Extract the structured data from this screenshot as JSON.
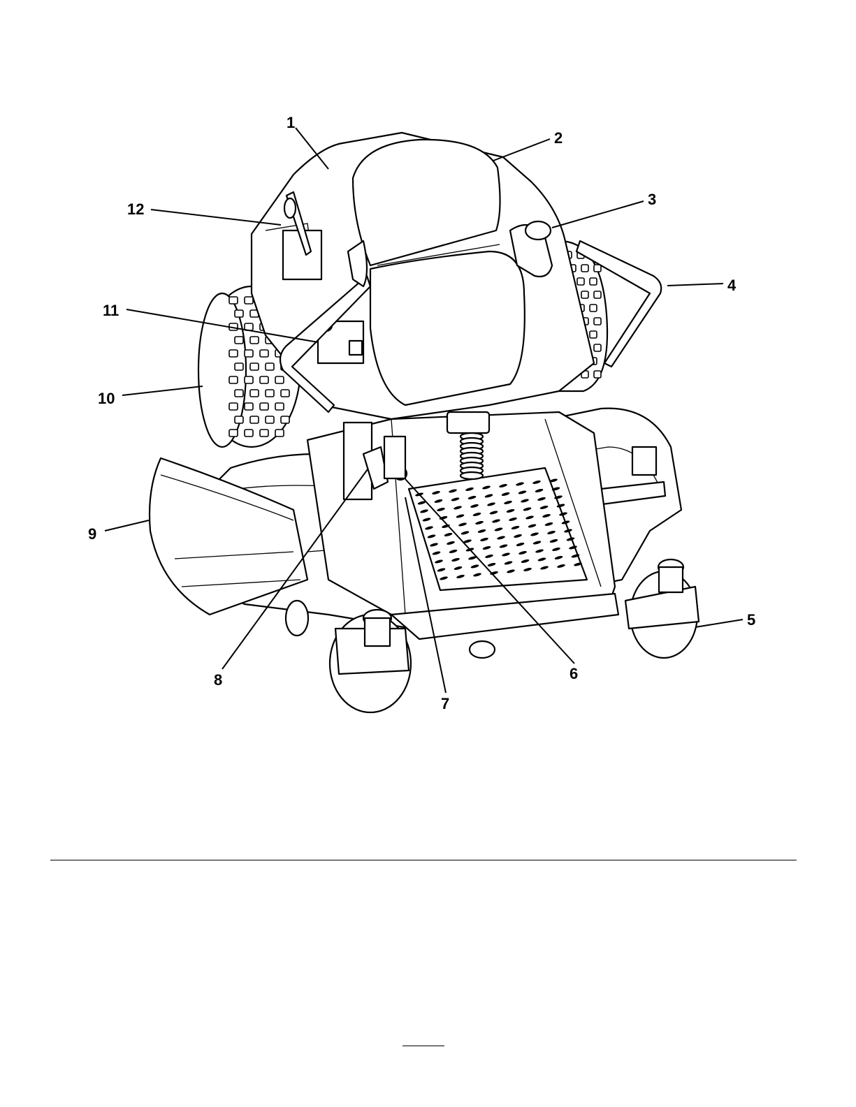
{
  "figure": {
    "subject": "zero-turn-mower-controls",
    "callouts": [
      "1",
      "2",
      "3",
      "4",
      "5",
      "6",
      "7",
      "8",
      "9",
      "10",
      "11",
      "12"
    ]
  }
}
